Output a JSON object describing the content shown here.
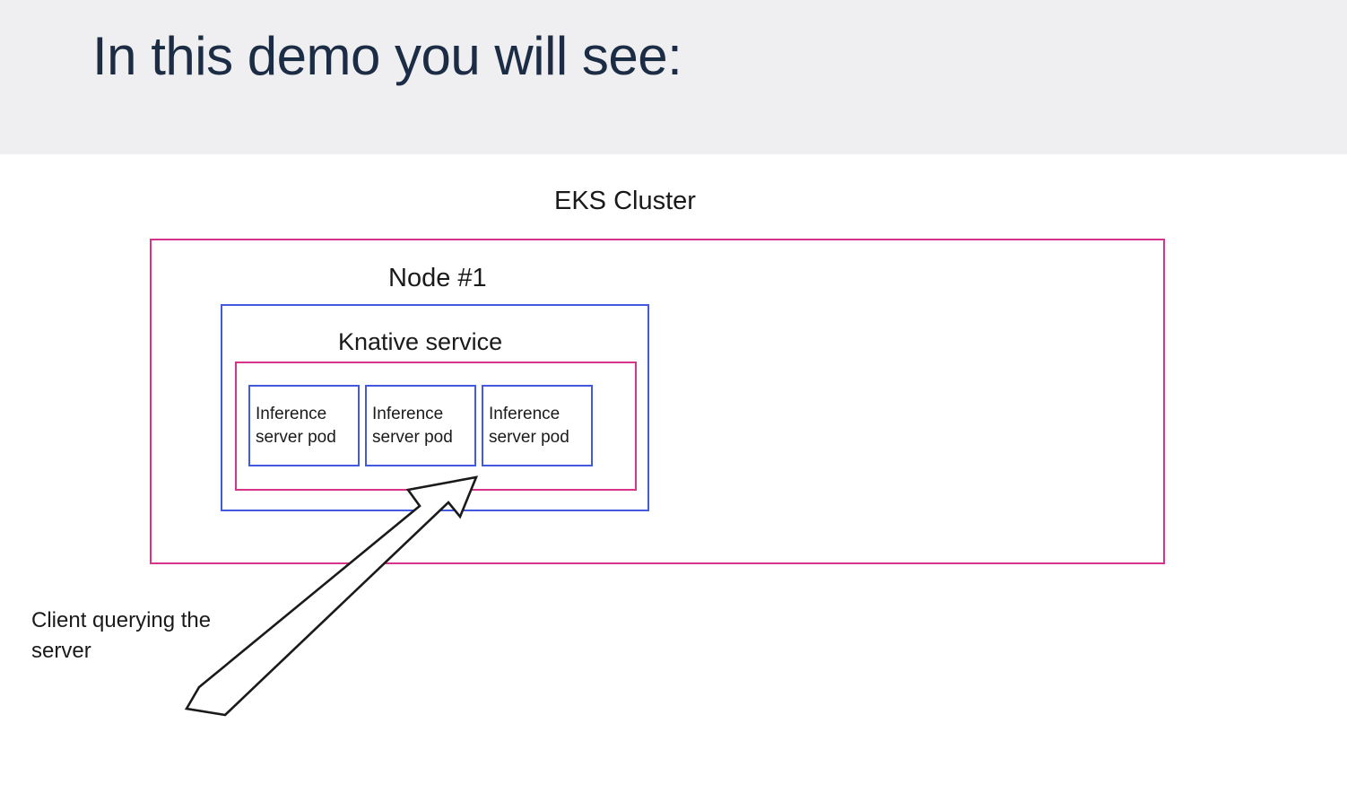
{
  "slide": {
    "title": "In this demo you will see:",
    "header_background": "#efeff1",
    "title_color": "#1b2c44",
    "body_background": "#ffffff"
  },
  "diagram": {
    "cluster": {
      "label": "EKS Cluster",
      "border_color": "#d6338a"
    },
    "node": {
      "label": "Node #1",
      "border_color": "#4359e0"
    },
    "service": {
      "label": "Knative service",
      "border_color": "#d6338a"
    },
    "pods": [
      {
        "label": "Inference\nserver pod",
        "border_color": "#4359e0"
      },
      {
        "label": "Inference\nserver pod",
        "border_color": "#4359e0"
      },
      {
        "label": "Inference\nserver pod",
        "border_color": "#4359e0"
      }
    ],
    "annotation": {
      "caption": "Client querying the\nserver",
      "arrow_color": "#1a1a1a",
      "arrow_style": "outlined-hand-drawn",
      "arrow_direction": "up-right"
    }
  }
}
